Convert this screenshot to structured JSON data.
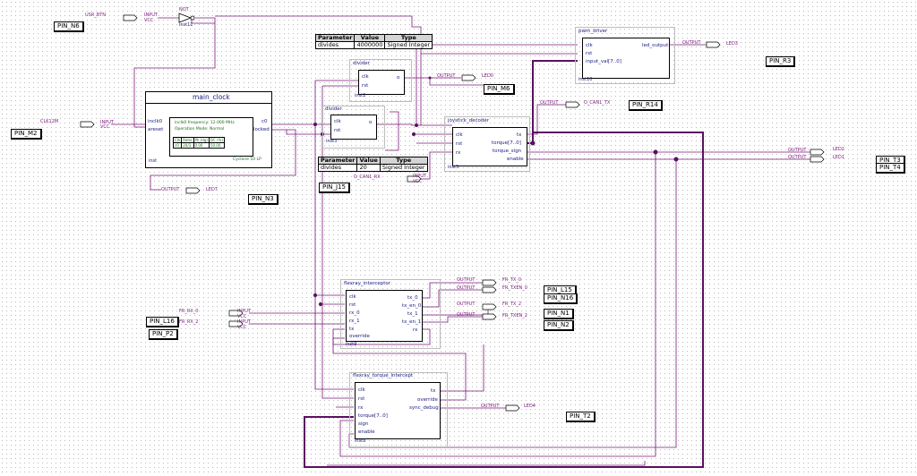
{
  "pins": {
    "N6": "PIN_N6",
    "M2": "PIN_M2",
    "N3": "PIN_N3",
    "M6": "PIN_M6",
    "R3": "PIN_R3",
    "R14": "PIN_R14",
    "T3": "PIN_T3",
    "T4": "PIN_T4",
    "J15": "PIN_J15",
    "L15": "PIN_L15",
    "N16": "PIN_N16",
    "N1": "PIN_N1",
    "N2": "PIN_N2",
    "L16": "PIN_L16",
    "P2": "PIN_P2",
    "T2": "PIN_T2"
  },
  "signals": {
    "usr_btn": "USR_BTN",
    "clk12m": "CLK12M",
    "led7": "LED7",
    "led0": "LED0",
    "led3": "LED3",
    "can_tx": "O_CAN1_TX",
    "can_rx": "O_CAN1_RX",
    "led2": "LED2",
    "led1": "LED1",
    "fr_tx0": "FR_TX_0",
    "fr_txen0": "FR_TXEN_0",
    "fr_tx2": "FR_TX_2",
    "fr_txen2": "FR_TXEN_2",
    "fr_rx0": "FR_RX_0",
    "fr_rx2": "FR_RX_2",
    "led4": "LED4"
  },
  "labels": {
    "input": "INPUT",
    "output": "OUTPUT",
    "vcc": "VCC",
    "not": "NOT"
  },
  "inst_not": "inst11",
  "main_clock": {
    "title": "main_clock",
    "p_in0": "inclk0",
    "p_areset": "areset",
    "p_c0": "c0",
    "p_locked": "locked",
    "freq": "inclk0 frequency: 12.000 MHz",
    "mode": "Operation Mode: Normal",
    "table_head": [
      "Clk",
      "Ratio",
      "Ph (dg)",
      "DC (%)"
    ],
    "table_row": [
      "c0",
      "20/3",
      "0.00",
      "50.00"
    ],
    "device": "Cyclone 10 LP",
    "inst": "inst"
  },
  "divider_top": {
    "title": "divider",
    "p_clk": "clk",
    "p_rst": "rst",
    "p_o": "o",
    "inst": "inst2",
    "params": {
      "head": [
        "Parameter",
        "Value",
        "Type"
      ],
      "row": [
        "divides",
        "4000000",
        "Signed Integer"
      ]
    }
  },
  "divider_bot": {
    "title": "divider",
    "p_clk": "clk",
    "p_rst": "rst",
    "p_o": "o",
    "inst": "inst3",
    "params": {
      "head": [
        "Parameter",
        "Value",
        "Type"
      ],
      "row": [
        "divides",
        "20",
        "Signed Integer"
      ]
    }
  },
  "pwm_driver": {
    "title": "pwm_driver",
    "p_clk": "clk",
    "p_rst": "rst",
    "p_input": "input_val[7..0]",
    "p_led": "led_output",
    "inst": "inst10"
  },
  "joystick": {
    "title": "joystick_decoder",
    "p_clk": "clk",
    "p_rst": "rst",
    "p_rx": "rx",
    "p_tx": "tx",
    "p_torque": "torque[7..0]",
    "p_sign": "torque_sign",
    "p_enable": "enable",
    "inst": "inst5"
  },
  "flexray": {
    "title": "flexray_interceptor",
    "p_clk": "clk",
    "p_rst": "rst",
    "p_rx0": "rx_0",
    "p_rx1": "rx_1",
    "p_tx": "tx",
    "p_override": "override",
    "p_tx0": "tx_0",
    "p_txen0": "tx_en_0",
    "p_tx1": "tx_1",
    "p_txen1": "tx_en_1",
    "p_rx": "rx",
    "inst": "inst9"
  },
  "torque": {
    "title": "flexray_torque_intercept",
    "p_clk": "clk",
    "p_rst": "rst",
    "p_rx": "rx",
    "p_torque": "torque[7..0]",
    "p_sign": "sign",
    "p_enable": "enable",
    "p_tx": "tx",
    "p_override": "override",
    "p_sync": "sync_debug",
    "inst": "inst8"
  }
}
